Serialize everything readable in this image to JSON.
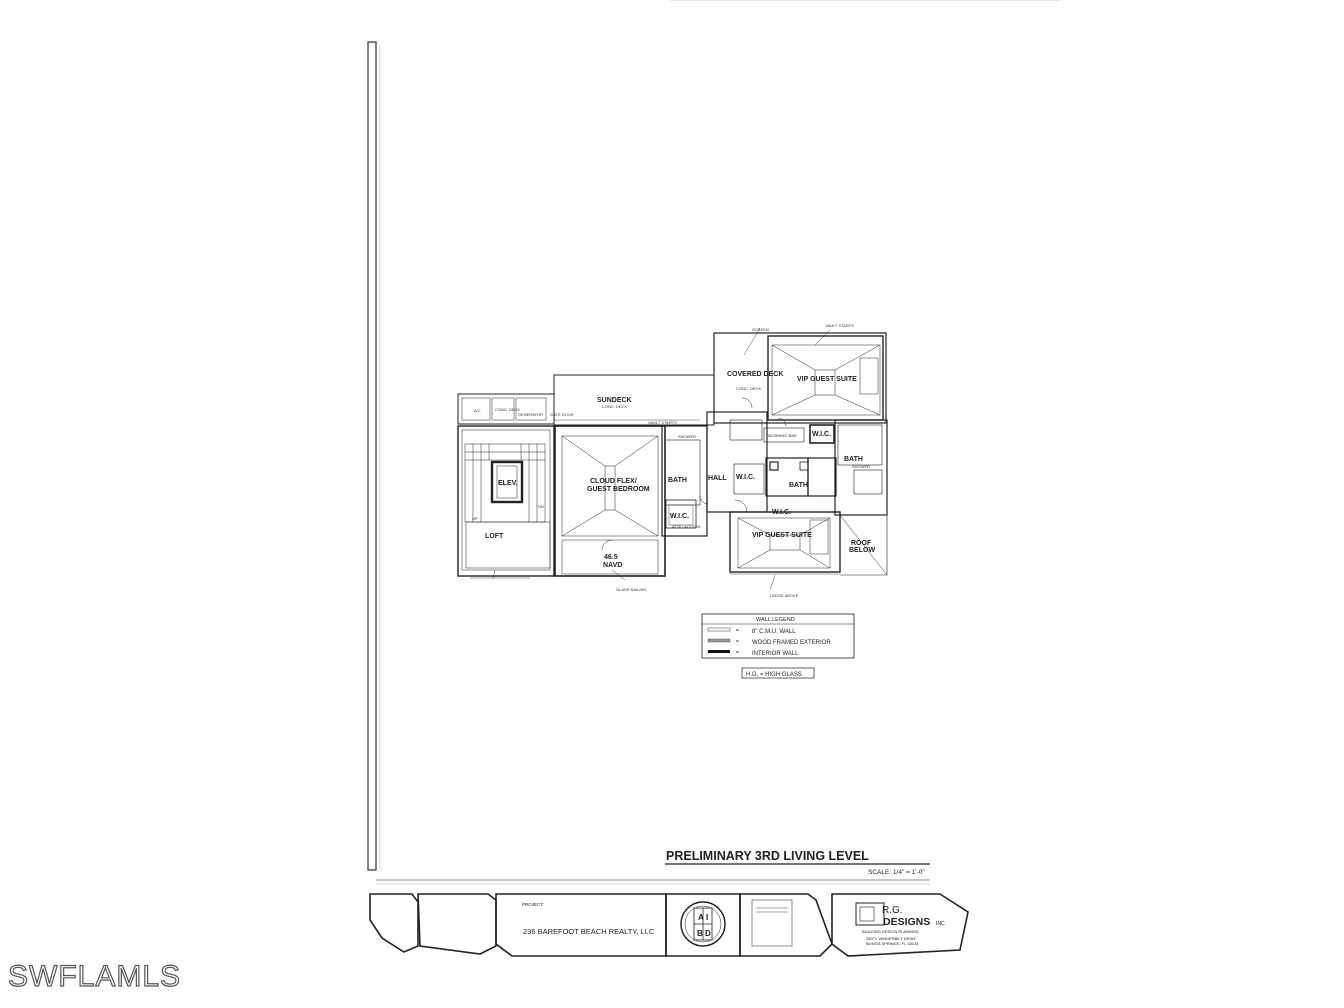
{
  "plan": {
    "rooms": {
      "sundeck": "SUNDECK",
      "sundeck_note": "CONC. DECK",
      "covered_deck": "COVERED DECK",
      "covered_deck_note": "CONC. DECK",
      "vip_suite_upper": "VIP GUEST SUITE",
      "vip_suite_lower": "VIP GUEST SUITE",
      "cloud_flex_1": "CLOUD FLEX/",
      "cloud_flex_2": "GUEST BEDROOM",
      "bath_left": "BATH",
      "bath_mid": "BATH",
      "bath_right": "BATH",
      "hall": "HALL",
      "wic_left": "W.I.C.",
      "wic_mid": "W.I.C.",
      "wic_right": "W.I.C.",
      "wic_lower": "W.I.C.",
      "elev": "ELEV.",
      "loft": "LOFT",
      "roof_below_1": "ROOF",
      "roof_below_2": "BELOW",
      "navd_1": "46.5",
      "navd_2": "NAVD"
    },
    "notes": {
      "vault_starts": "VAULT STARTS",
      "screen": "SCREEN",
      "shower": "SHOWER",
      "morning_bar": "MORNING BAR",
      "attic_access": "ATTIC ACCESS",
      "glass_railing": "GLASS RAILING",
      "ledge_above": "LEDGE ABOVE",
      "cond_deck": "CONC. DECK",
      "gen": "GENERATOR",
      "gate": "GATE DOOR",
      "ac": "A/C",
      "up": "UP",
      "dn": "DN"
    }
  },
  "legend": {
    "title": "WALL LEGEND",
    "items": [
      {
        "label": "8\" C.M.U. WALL",
        "style": "cmu"
      },
      {
        "label": "WOOD FRAMED EXTERIOR",
        "style": "wood"
      },
      {
        "label": "INTERIOR WALL",
        "style": "interior"
      }
    ],
    "hg_note": "H.G. = HIGH GLASS"
  },
  "title_block": {
    "sheet_title": "PRELIMINARY 3RD LIVING LEVEL",
    "scale": "SCALE: 1/4\" = 1'-0\"",
    "project_label": "PROJECT:",
    "project_line": "236 BAREFOOT BEACH REALTY, LLC",
    "firm_name_1": "R.G.",
    "firm_name_2": "DESIGNS",
    "firm_suffix": "INC.",
    "firm_tagline": "BUILDING DESIGN  PLANNING",
    "firm_address_1": "28071 VANDERBILT DRIVE",
    "firm_address_2": "BONITA SPRINGS, FL 34134",
    "seal_letters": [
      "A",
      "I",
      "B",
      "D"
    ]
  },
  "watermark": "SWFLAMLS",
  "colors": {
    "line": "#1a1a1a",
    "paper": "#ffffff",
    "gray": "#8a8a8a"
  }
}
